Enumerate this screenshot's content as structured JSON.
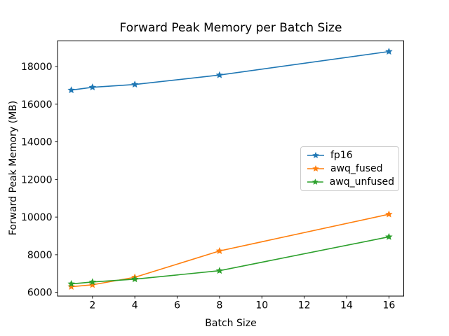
{
  "chart_data": {
    "type": "line",
    "title": "Forward Peak Memory per Batch Size",
    "xlabel": "Batch Size",
    "ylabel": "Forward Peak Memory (MB)",
    "x": [
      1,
      2,
      4,
      8,
      16
    ],
    "series": [
      {
        "name": "fp16",
        "color": "#1f77b4",
        "marker": "star",
        "values": [
          16750,
          16900,
          17050,
          17550,
          18800
        ]
      },
      {
        "name": "awq_fused",
        "color": "#ff7f0e",
        "marker": "star",
        "values": [
          6300,
          6400,
          6800,
          8200,
          10150
        ]
      },
      {
        "name": "awq_unfused",
        "color": "#2ca02c",
        "marker": "star",
        "values": [
          6450,
          6550,
          6700,
          7150,
          8950
        ]
      }
    ],
    "xticks": [
      2,
      4,
      6,
      8,
      10,
      12,
      14,
      16
    ],
    "yticks": [
      6000,
      8000,
      10000,
      12000,
      14000,
      16000,
      18000
    ],
    "xlim": [
      0.35,
      16.7
    ],
    "ylim": [
      5800,
      19370
    ],
    "grid": false,
    "legend_position": "center right",
    "axis_color": "#000000",
    "text_color": "#000000",
    "background_color": "#ffffff"
  }
}
